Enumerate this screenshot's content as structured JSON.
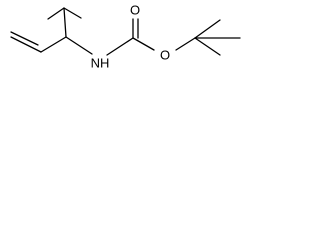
{
  "atom_labels": {
    "nh": "NH",
    "carbonyl_o": "O",
    "ester_o": "O"
  }
}
